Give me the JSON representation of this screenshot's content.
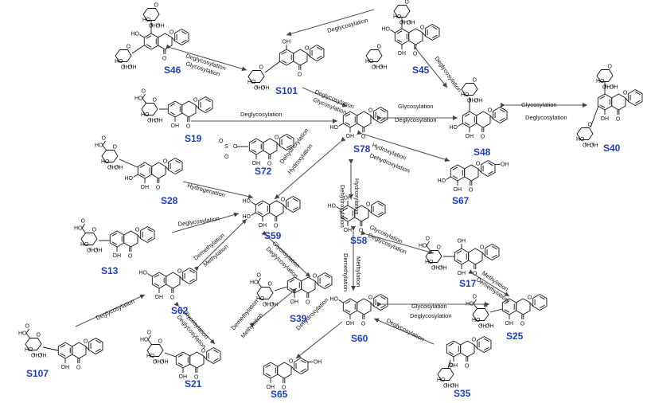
{
  "compounds": [
    {
      "id": "S46",
      "label": "S46"
    },
    {
      "id": "S45",
      "label": "S45"
    },
    {
      "id": "S101",
      "label": "S101"
    },
    {
      "id": "S19",
      "label": "S19"
    },
    {
      "id": "S78",
      "label": "S78"
    },
    {
      "id": "S48",
      "label": "S48"
    },
    {
      "id": "S40",
      "label": "S40"
    },
    {
      "id": "S72",
      "label": "S72"
    },
    {
      "id": "S28",
      "label": "S28"
    },
    {
      "id": "S67",
      "label": "S67"
    },
    {
      "id": "S59",
      "label": "S59"
    },
    {
      "id": "S58",
      "label": "S58"
    },
    {
      "id": "S13",
      "label": "S13"
    },
    {
      "id": "S17",
      "label": "S17"
    },
    {
      "id": "S62",
      "label": "S62"
    },
    {
      "id": "S39",
      "label": "S39"
    },
    {
      "id": "S25",
      "label": "S25"
    },
    {
      "id": "S60",
      "label": "S60"
    },
    {
      "id": "S107",
      "label": "S107"
    },
    {
      "id": "S21",
      "label": "S21"
    },
    {
      "id": "S65",
      "label": "S65"
    },
    {
      "id": "S35",
      "label": "S35"
    }
  ],
  "reactions": {
    "deglycosylation": "Deglycosylation",
    "glycosylation": "Glycosylation",
    "hydrogenation": "Hydrogenation",
    "hydroxylation": "Hydroxylation",
    "dehydroxylation": "Dehydroxylation",
    "methylation": "Methylation",
    "demethylation": "Demethylation"
  },
  "atoms": {
    "OH": "OH",
    "HO": "HO",
    "O": "O",
    "S": "S"
  }
}
